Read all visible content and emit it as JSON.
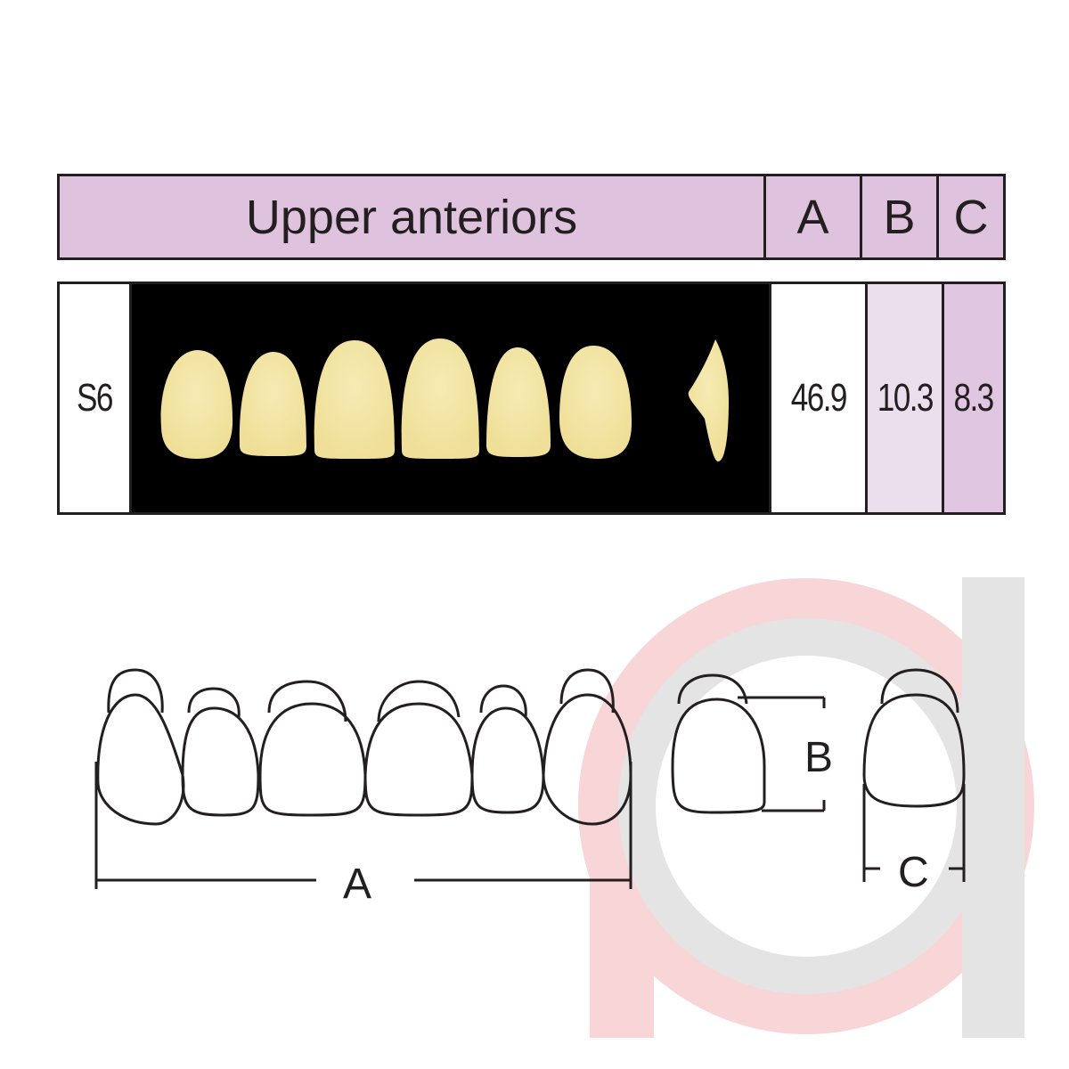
{
  "header": {
    "title": "Upper anteriors",
    "col_a": "A",
    "col_b": "B",
    "col_c": "C"
  },
  "row": {
    "mould": "S6",
    "a": "46.9",
    "b": "10.3",
    "c": "8.3"
  },
  "diagram": {
    "label_a": "A",
    "label_b": "B",
    "label_c": "C"
  },
  "colors": {
    "header_bg": "#dfc3de",
    "b_bg": "#ecdfed",
    "c_bg": "#e0c6e0",
    "tooth": "#f3e6a6",
    "watermark_pink": "#f8d3d5",
    "watermark_grey": "#e3e3e3"
  }
}
